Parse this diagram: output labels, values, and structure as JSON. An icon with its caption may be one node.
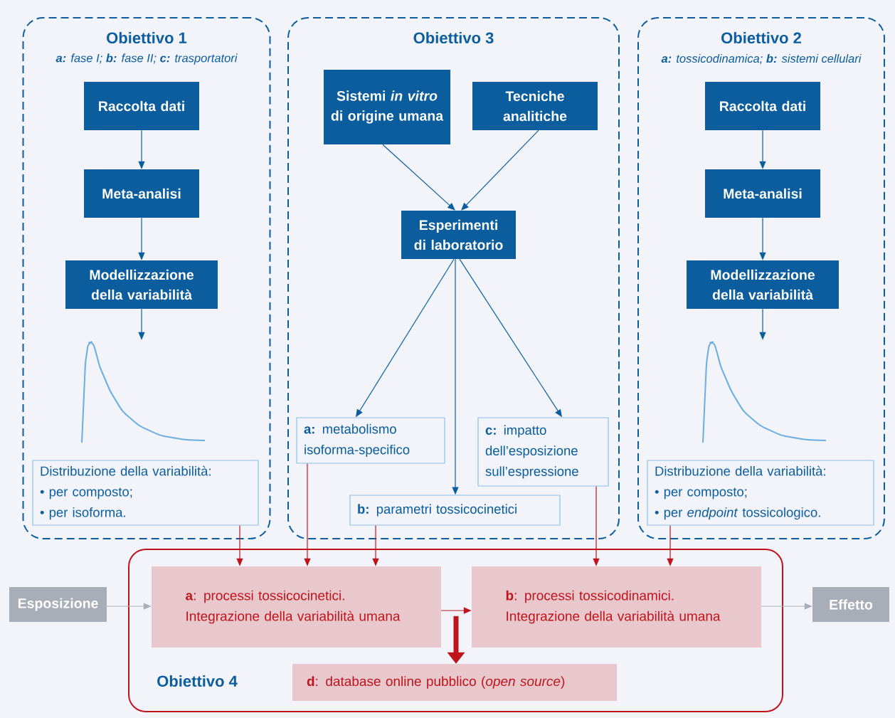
{
  "diagram": {
    "nodes": [
      {
        "text": [
          "Obiettivo 1",
          "**a:** fase I; **b:** fase II; **c:** trasportatori"
        ]
      },
      {
        "text": [
          "Raccolta dati"
        ],
        "in": 0
      },
      {
        "text": [
          "Meta-analisi"
        ],
        "in": 0
      },
      {
        "text": [
          "Modellizzazione della variabilità"
        ],
        "in": 0
      },
      {
        "text": [],
        "shape": "curve",
        "in": 0
      },
      {
        "text": [
          "Distribuzione della variabilità:",
          "• per composto;",
          "• per isoforma."
        ],
        "in": 0
      },
      {
        "text": [
          "Obiettivo 3"
        ]
      },
      {
        "text": [
          "Sistemi *in vitro* di origine umana"
        ],
        "in": 6
      },
      {
        "text": [
          "Tecniche analitiche"
        ],
        "in": 6
      },
      {
        "text": [
          "Esperimenti di laboratorio"
        ],
        "in": 6
      },
      {
        "text": [
          "**a:** metabolismo isoforma-specifico"
        ],
        "in": 6
      },
      {
        "text": [
          "**b:** parametri tossicocinetici"
        ],
        "in": 6
      },
      {
        "text": [
          "**c:** impatto dell’esposizione sull’espressione"
        ],
        "in": 6
      },
      {
        "text": [
          "Obiettivo 2",
          "**a:** tossicodinamica; **b:** sistemi cellulari"
        ]
      },
      {
        "text": [
          "Raccolta dati"
        ],
        "in": 13
      },
      {
        "text": [
          "Meta-analisi"
        ],
        "in": 13
      },
      {
        "text": [
          "Modellizzazione della variabilità"
        ],
        "in": 13
      },
      {
        "text": [],
        "shape": "curve",
        "in": 13
      },
      {
        "text": [
          "Distribuzione della variabilità:",
          "• per composto;",
          "• per *endpoint* tossicologico."
        ],
        "in": 13
      },
      {
        "text": [
          "Esposizione"
        ]
      },
      {
        "text": [
          "Obiettivo 4"
        ]
      },
      {
        "text": [
          "**a**: processi tossicocinetici. Integrazione della variabilità umana"
        ],
        "in": 20
      },
      {
        "text": [
          "**b**: processi tossicodinamici. Integrazione della variabilità umana"
        ],
        "in": 20
      },
      {
        "text": [
          "**d**: database online pubblico (*open source*)"
        ],
        "in": 20
      },
      {
        "text": [
          "Effetto"
        ]
      }
    ],
    "edges": [
      {
        "from": 1,
        "to": 2,
        "arrow": "to"
      },
      {
        "from": 2,
        "to": 3,
        "arrow": "to"
      },
      {
        "from": 3,
        "to": 4,
        "arrow": "to"
      },
      {
        "from": 7,
        "to": 9,
        "arrow": "to"
      },
      {
        "from": 8,
        "to": 9,
        "arrow": "to"
      },
      {
        "from": 9,
        "to": 10,
        "arrow": "to"
      },
      {
        "from": 9,
        "to": 11,
        "arrow": "to"
      },
      {
        "from": 9,
        "to": 12,
        "arrow": "to"
      },
      {
        "from": 14,
        "to": 15,
        "arrow": "to"
      },
      {
        "from": 15,
        "to": 16,
        "arrow": "to"
      },
      {
        "from": 16,
        "to": 17,
        "arrow": "to"
      },
      {
        "from": 5,
        "to": 21,
        "arrow": "to",
        "color": "#c0141c"
      },
      {
        "from": 10,
        "to": 21,
        "arrow": "to",
        "color": "#c0141c"
      },
      {
        "from": 11,
        "to": 21,
        "arrow": "to",
        "color": "#c0141c"
      },
      {
        "from": 12,
        "to": 22,
        "arrow": "to",
        "color": "#c0141c"
      },
      {
        "from": 18,
        "to": 22,
        "arrow": "to",
        "color": "#c0141c"
      },
      {
        "from": 19,
        "to": 21,
        "arrow": "to",
        "color": "#a9adb8"
      },
      {
        "from": 21,
        "to": 22,
        "arrow": "to",
        "color": "#c0141c"
      },
      {
        "from": null,
        "to": 23,
        "arrow": "to",
        "style": "thick",
        "color": "#c0141c"
      },
      {
        "from": 22,
        "to": 24,
        "arrow": "to",
        "color": "#a9adb8"
      }
    ]
  }
}
